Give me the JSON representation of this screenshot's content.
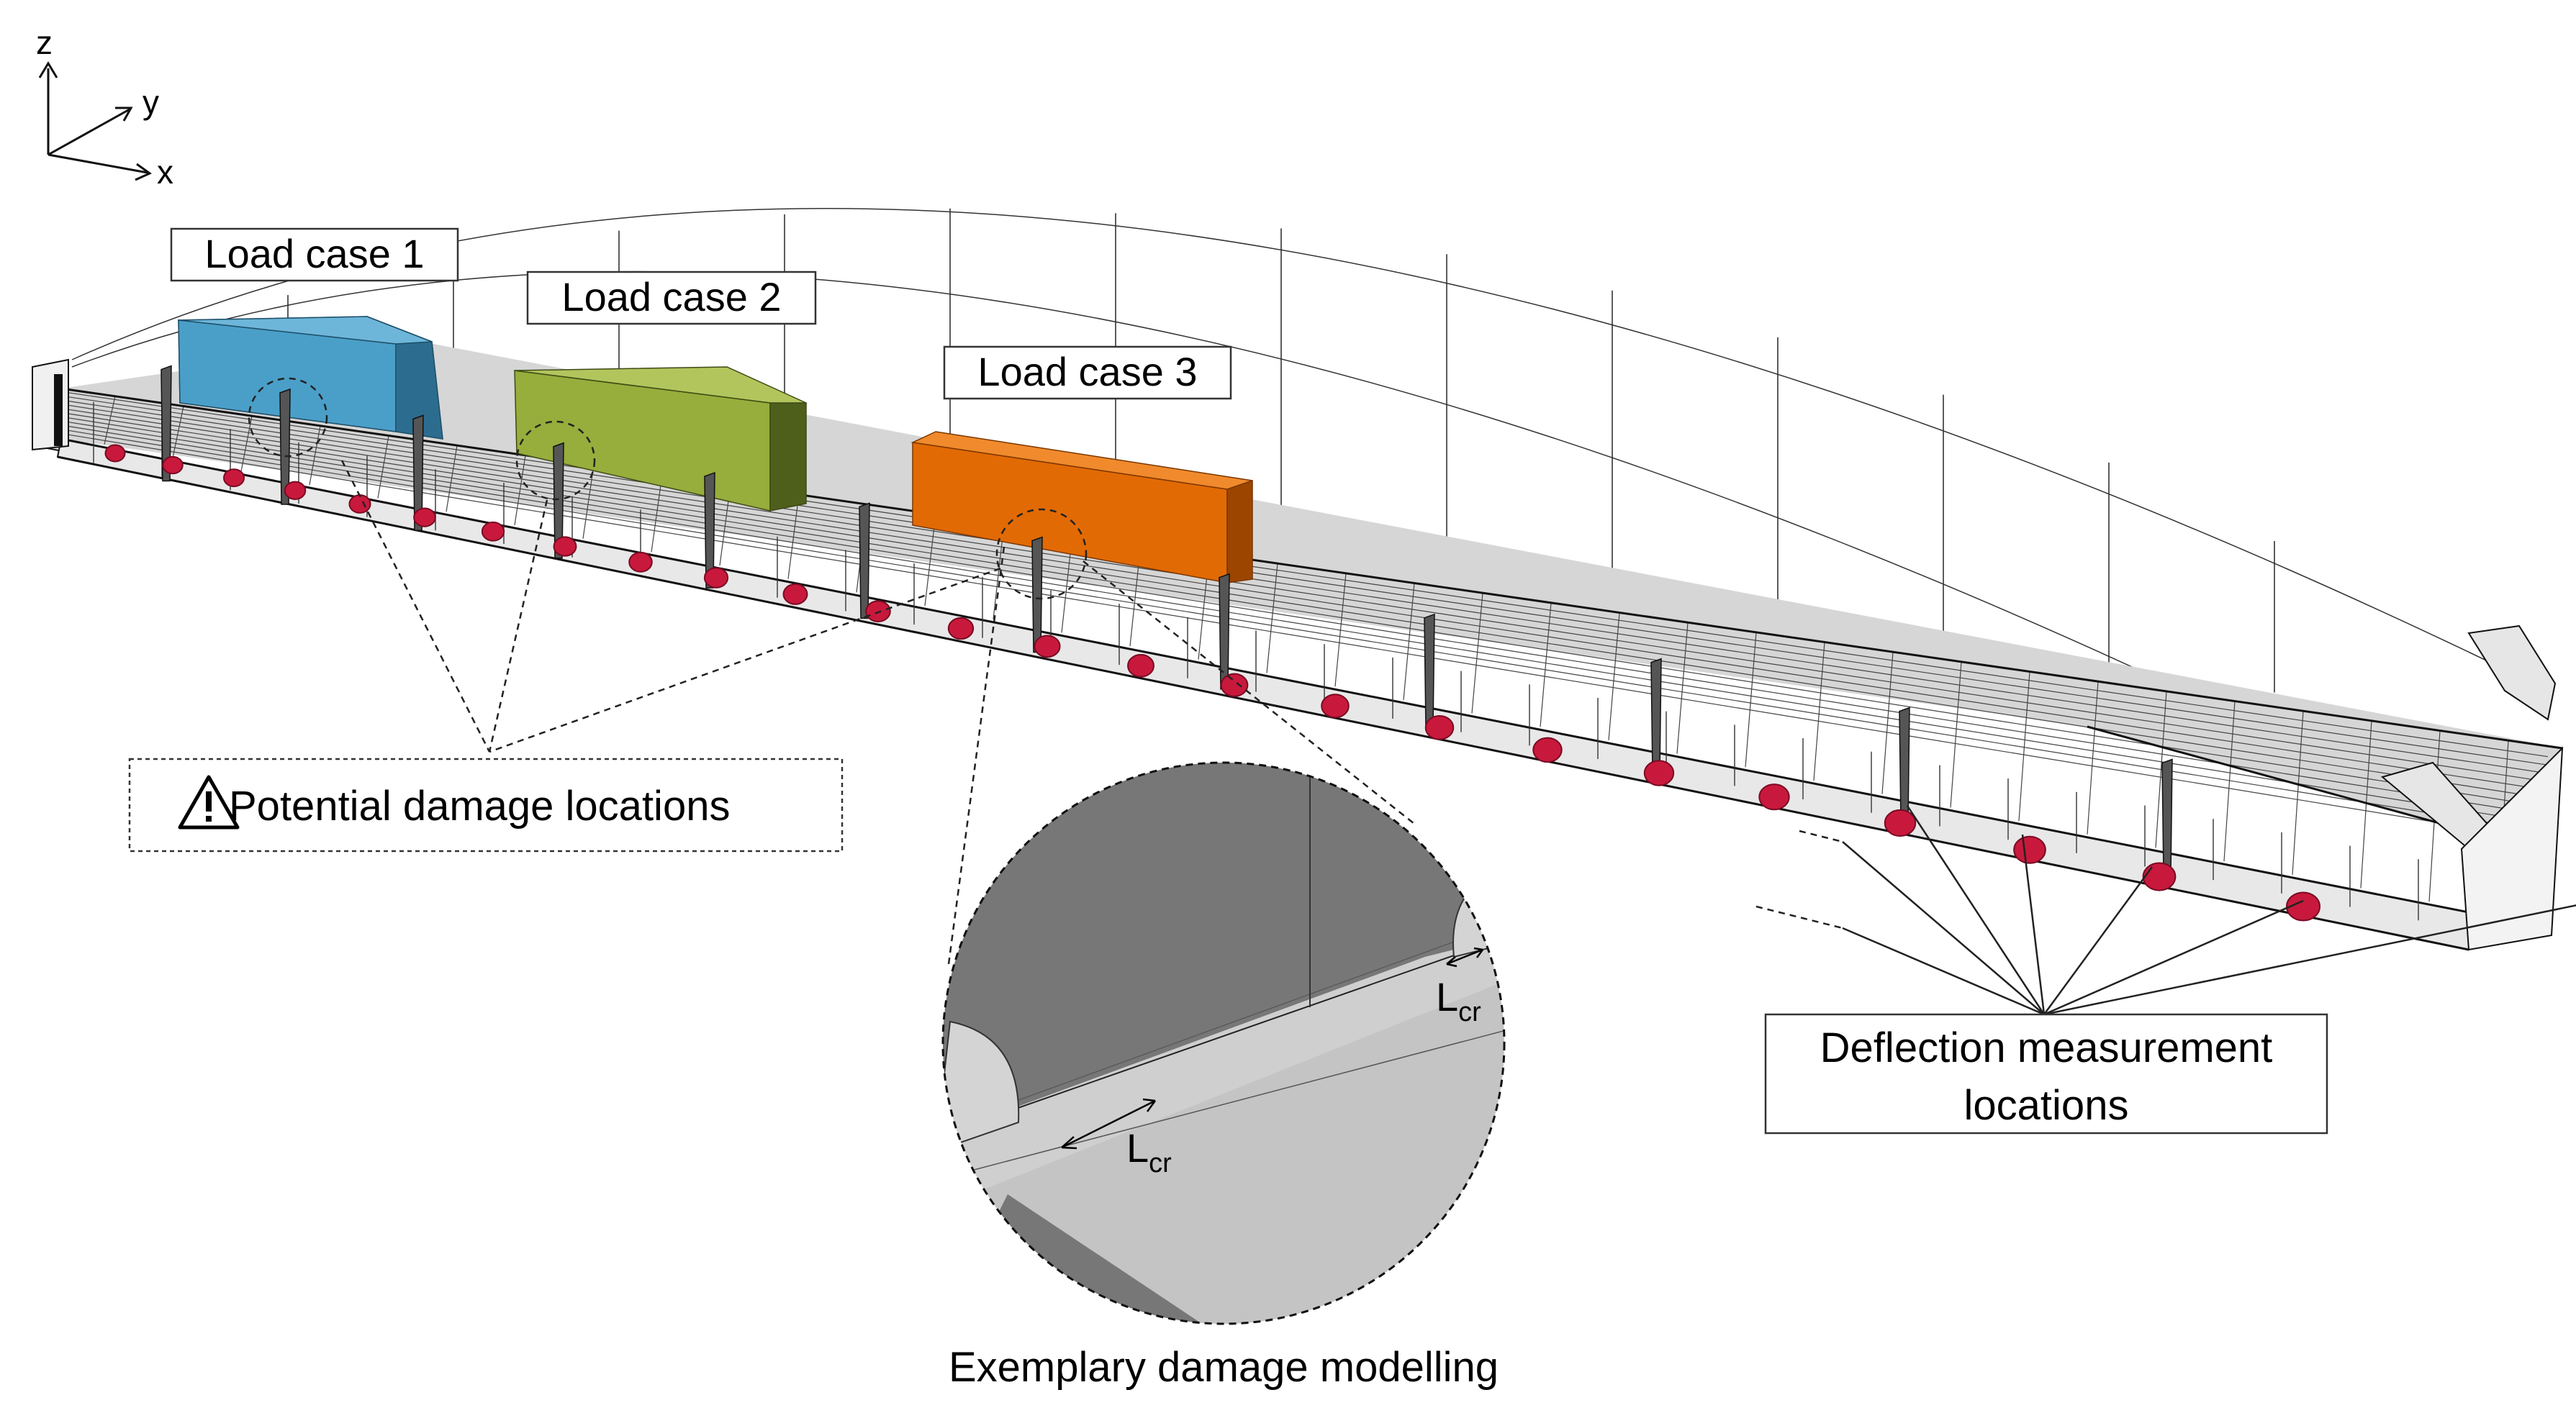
{
  "axes": {
    "z_label": "z",
    "y_label": "y",
    "x_label": "x"
  },
  "load_cases": [
    {
      "label": "Load case 1",
      "color": "#4a9fc8",
      "color_top": "#6db6da",
      "color_side": "#2c6d8f"
    },
    {
      "label": "Load case 2",
      "color": "#97ad3c",
      "color_top": "#b2c55d",
      "color_side": "#4e5f1c"
    },
    {
      "label": "Load case 3",
      "color": "#e26a04",
      "color_top": "#f08a2c",
      "color_side": "#9c4500"
    }
  ],
  "callouts": {
    "damage_locations": "Potential damage locations",
    "deflection_line1": "Deflection measurement",
    "deflection_line2": "locations",
    "zoom_caption": "Exemplary damage modelling"
  },
  "crack_label": {
    "base": "L",
    "sub": "cr"
  },
  "colors": {
    "sensor": "#c8193c",
    "deck": "#e8e8e8",
    "zoom_dark": "#777777",
    "zoom_light": "#c4c4c4"
  },
  "icons": [
    "warning-icon"
  ]
}
